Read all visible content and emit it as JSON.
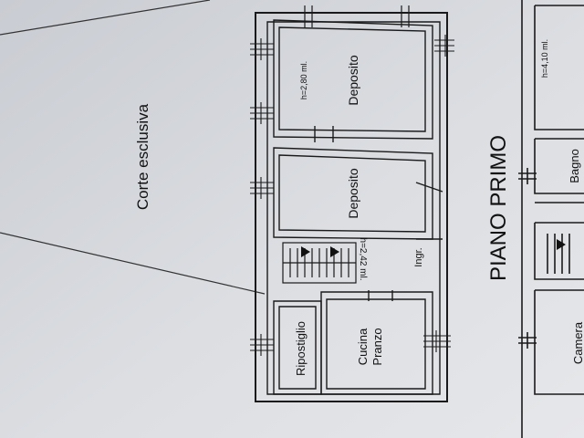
{
  "plan": {
    "yard_label": "Corte esclusiva",
    "floor_title": "PIANO PRIMO",
    "rooms": {
      "deposito_upper": "Deposito",
      "deposito_upper_height": "h=2,80 ml.",
      "deposito_middle": "Deposito",
      "stair_height": "h=2,42 ml.",
      "entrance": "Ingr.",
      "ripostiglio": "Ripostiglio",
      "cucina_line1": "Cucina",
      "cucina_line2": "Pranzo",
      "right_height": "h=4,10 ml.",
      "bagno": "Bagno",
      "camera": "Camera"
    }
  }
}
